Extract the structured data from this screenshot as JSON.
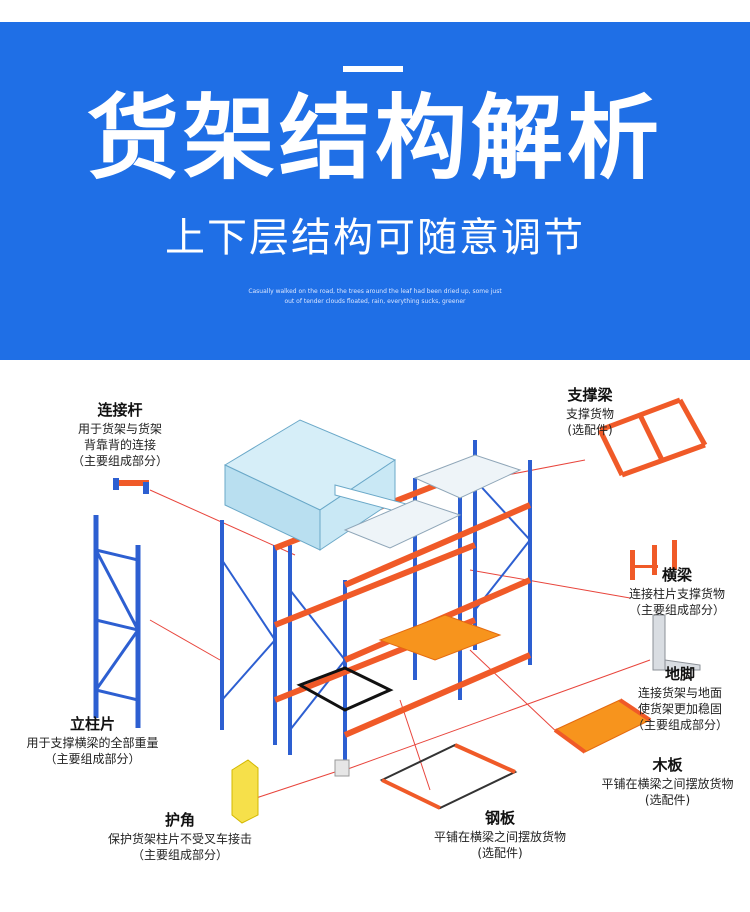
{
  "header": {
    "title": "货架结构解析",
    "subtitle": "上下层结构可随意调节",
    "tagline_1": "Casually walked on the road, the trees around the leaf had been dried up, some just",
    "tagline_2": "out of tender clouds floated, rain, everything sucks, greener"
  },
  "colors": {
    "banner": "#1f6fe6",
    "upright": "#2d5fd1",
    "beam": "#f05a28",
    "deck": "#f7941d"
  },
  "parts": {
    "connector": {
      "title": "连接杆",
      "line1": "用于货架与货架",
      "line2": "背靠背的连接",
      "line3": "（主要组成部分）"
    },
    "support_beam": {
      "title": "支撑梁",
      "line1": "支撑货物",
      "line2": "(选配件)"
    },
    "beam": {
      "title": "横梁",
      "line1": "连接柱片支撑货物",
      "line2": "（主要组成部分）"
    },
    "foot": {
      "title": "地脚",
      "line1": "连接货架与地面",
      "line2": "使货架更加稳固",
      "line3": "（主要组成部分）"
    },
    "upright": {
      "title": "立柱片",
      "line1": "用于支撑横梁的全部重量",
      "line2": "（主要组成部分）"
    },
    "wood_board": {
      "title": "木板",
      "line1": "平铺在横梁之间摆放货物",
      "line2": "(选配件)"
    },
    "corner_guard": {
      "title": "护角",
      "line1": "保护货架柱片不受叉车接击",
      "line2": "（主要组成部分）"
    },
    "steel_plate": {
      "title": "钢板",
      "line1": "平铺在横梁之间摆放货物",
      "line2": "(选配件)"
    }
  }
}
